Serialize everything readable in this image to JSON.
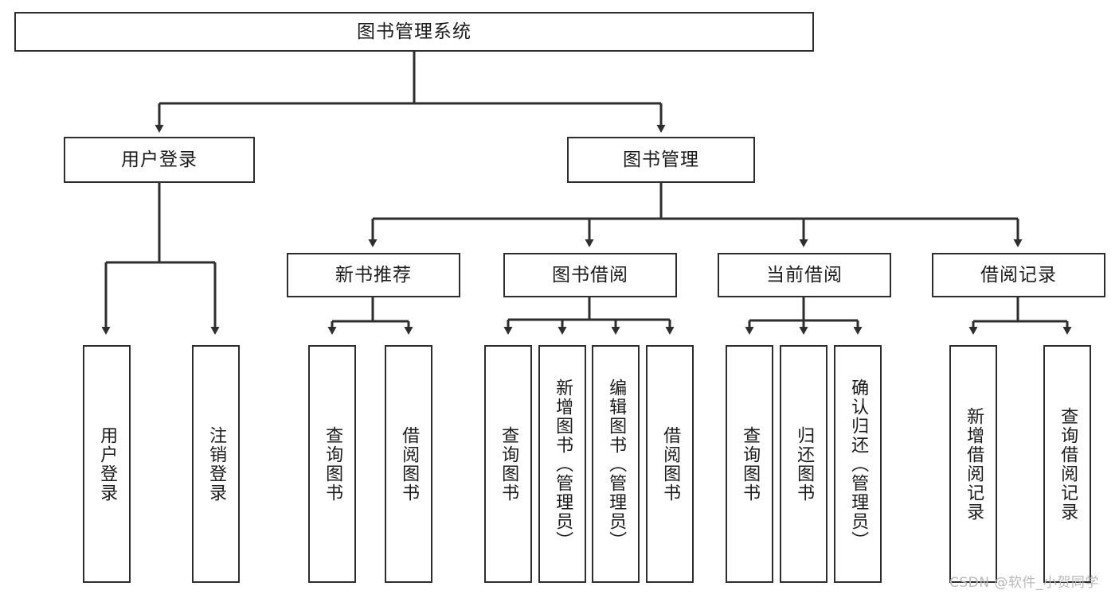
{
  "diagram": {
    "title": "图书管理系统",
    "type": "tree",
    "background": "#ffffff",
    "line_color": "#2e2e2e",
    "text_color": "#1b1b1b"
  },
  "root": {
    "label": "图书管理系统"
  },
  "level2": [
    {
      "label": "用户登录"
    },
    {
      "label": "图书管理"
    }
  ],
  "level3": [
    {
      "label": "新书推荐"
    },
    {
      "label": "图书借阅"
    },
    {
      "label": "当前借阅"
    },
    {
      "label": "借阅记录"
    }
  ],
  "leaves": {
    "user_login": [
      {
        "label": "用户登录"
      },
      {
        "label": "注销登录"
      }
    ],
    "new_book": [
      {
        "label": "查询图书"
      },
      {
        "label": "借阅图书"
      }
    ],
    "book_borrow": [
      {
        "label": "查询图书"
      },
      {
        "label": "新增图书（管理员）"
      },
      {
        "label": "编辑图书（管理员）"
      },
      {
        "label": "借阅图书"
      }
    ],
    "current_borrow": [
      {
        "label": "查询图书"
      },
      {
        "label": "归还图书"
      },
      {
        "label": "确认归还（管理员）"
      }
    ],
    "borrow_record": [
      {
        "label": "新增借阅记录"
      },
      {
        "label": "查询借阅记录"
      }
    ]
  },
  "watermark": {
    "text": "CSDN @软件_小贺同学"
  }
}
